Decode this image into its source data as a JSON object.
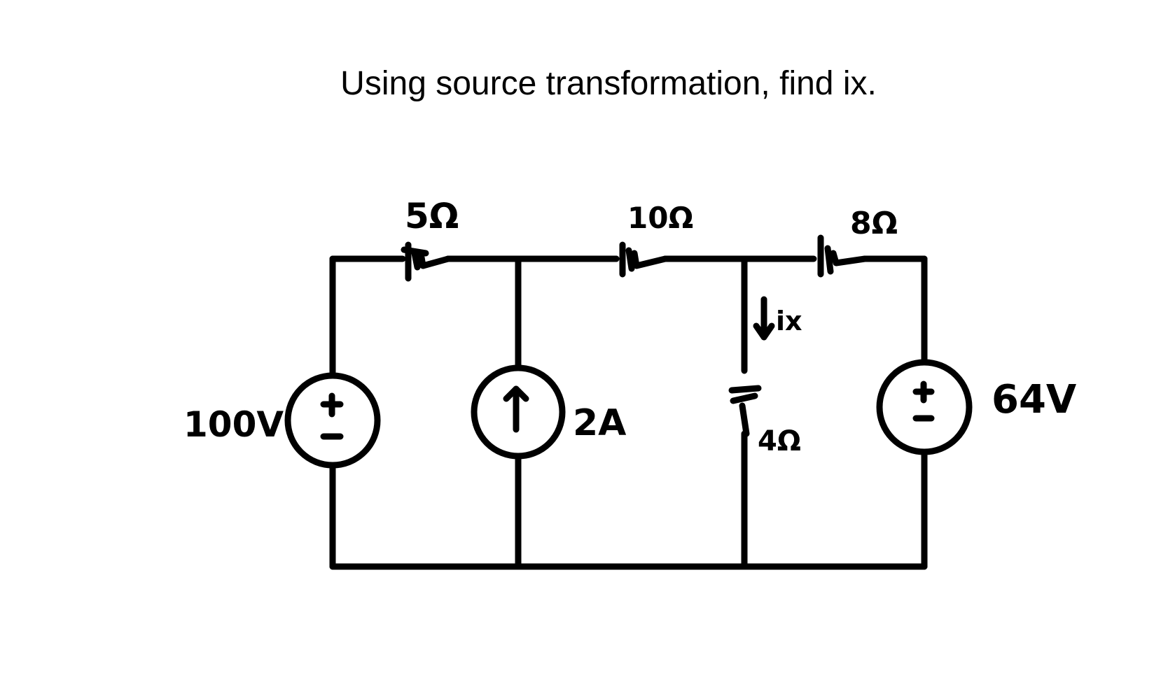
{
  "question": "Using source transformation, find ix.",
  "colors": {
    "ink": "#000000",
    "background": "#ffffff"
  },
  "components": {
    "source_left": {
      "type": "voltage-source",
      "label": "100V",
      "polarity_top": "+",
      "polarity_bottom": "−"
    },
    "resistor_r1": {
      "type": "resistor",
      "label": "5Ω"
    },
    "current_source": {
      "type": "current-source",
      "label": "2A",
      "direction": "up"
    },
    "resistor_r2": {
      "type": "resistor",
      "label": "10Ω"
    },
    "resistor_r3": {
      "type": "resistor",
      "label": "4Ω"
    },
    "current_ix": {
      "type": "current-arrow",
      "label": "ix",
      "direction": "down"
    },
    "resistor_r4": {
      "type": "resistor",
      "label": "8Ω"
    },
    "source_right": {
      "type": "voltage-source",
      "label": "64V",
      "polarity_top": "+",
      "polarity_bottom": "−"
    }
  }
}
